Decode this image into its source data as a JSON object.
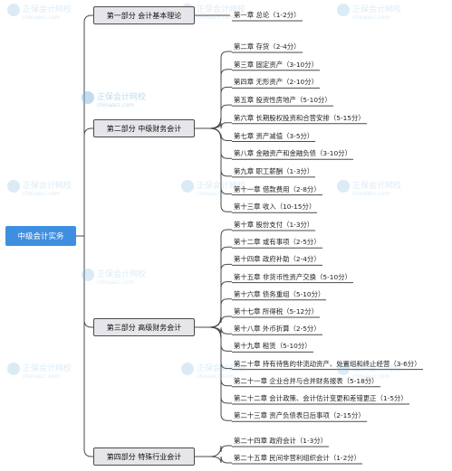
{
  "root": {
    "label": "中级会计实务"
  },
  "parts": [
    {
      "label": "第一部分 会计基本理论",
      "chapters": [
        "第一章 总论（1-2分）"
      ]
    },
    {
      "label": "第二部分 中级财务会计",
      "chapters": [
        "第二章 存货（2-4分）",
        "第三章 固定资产（3-10分）",
        "第四章 无形资产（2-10分）",
        "第五章 投资性房地产（5-10分）",
        "第六章 长期股权投资和合营安排（5-15分）",
        "第七章 资产减值（3-5分）",
        "第八章 金融资产和金融负债（3-10分）",
        "第九章 职工薪酬（1-3分）",
        "第十一章 借款费用（2-8分）",
        "第十三章 收入（10-15分）"
      ]
    },
    {
      "label": "第三部分 高级财务会计",
      "chapters": [
        "第十章 股份支付（1-3分）",
        "第十二章 或有事项（2-5分）",
        "第十四章 政府补助（2-4分）",
        "第十五章 非货币性资产交换（5-10分）",
        "第十六章 债务重组（5-10分）",
        "第十七章 所得税（5-12分）",
        "第十八章 外币折算（2-5分）",
        "第十九章 租赁（5-10分）",
        "第二十章 持有待售的非流动资产、处置组和终止经营（3-6分）",
        "第二十一章 企业合并与合并财务报表（5-18分）",
        "第二十二章 会计政策、会计估计变更和差错更正（1-5分）",
        "第二十三章 资产负债表日后事项（2-15分）"
      ]
    },
    {
      "label": "第四部分 特殊行业会计",
      "chapters": [
        "第二十四章 政府会计（1-3分）",
        "第二十五章 民间非营利组织会计（1-2分）"
      ]
    }
  ],
  "watermark": {
    "name": "正保会计网校",
    "site": "chinaacc.com"
  },
  "colors": {
    "root": "#3f8fe0",
    "line": "#4a4a4a",
    "part_fill": "#e6e6ea"
  }
}
